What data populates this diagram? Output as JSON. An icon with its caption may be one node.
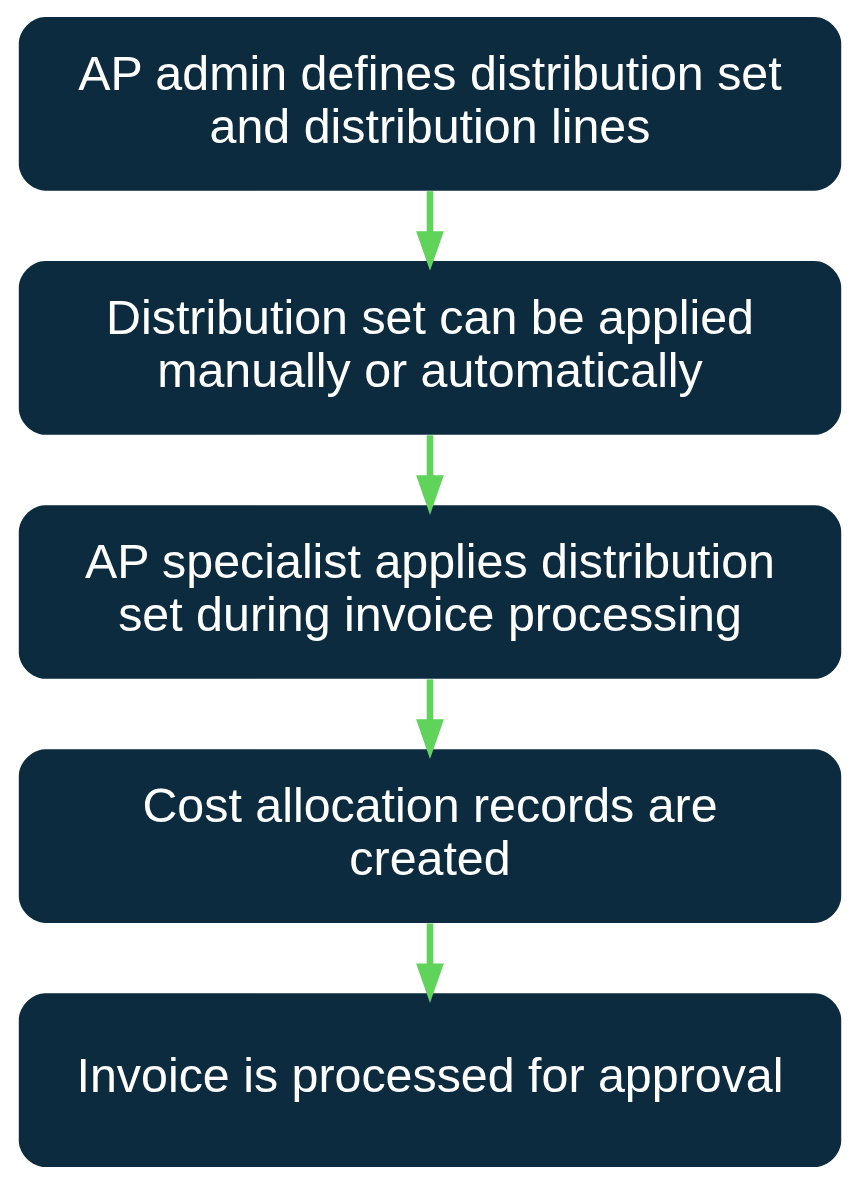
{
  "diagram": {
    "nodes": [
      {
        "text": [
          "AP admin defines distribution set and distribution lines"
        ]
      },
      {
        "text": [
          "Distribution set can be applied manually or automatically"
        ]
      },
      {
        "text": [
          "AP specialist applies distribution set during invoice processing"
        ]
      },
      {
        "text": [
          "Cost allocation records are created"
        ]
      },
      {
        "text": [
          "Invoice is processed for approval"
        ]
      }
    ],
    "edges": [
      {
        "from": 0,
        "to": 1,
        "arrow": "to"
      },
      {
        "from": 1,
        "to": 2,
        "arrow": "to"
      },
      {
        "from": 2,
        "to": 3,
        "arrow": "to"
      },
      {
        "from": 3,
        "to": 4,
        "arrow": "to"
      }
    ]
  }
}
